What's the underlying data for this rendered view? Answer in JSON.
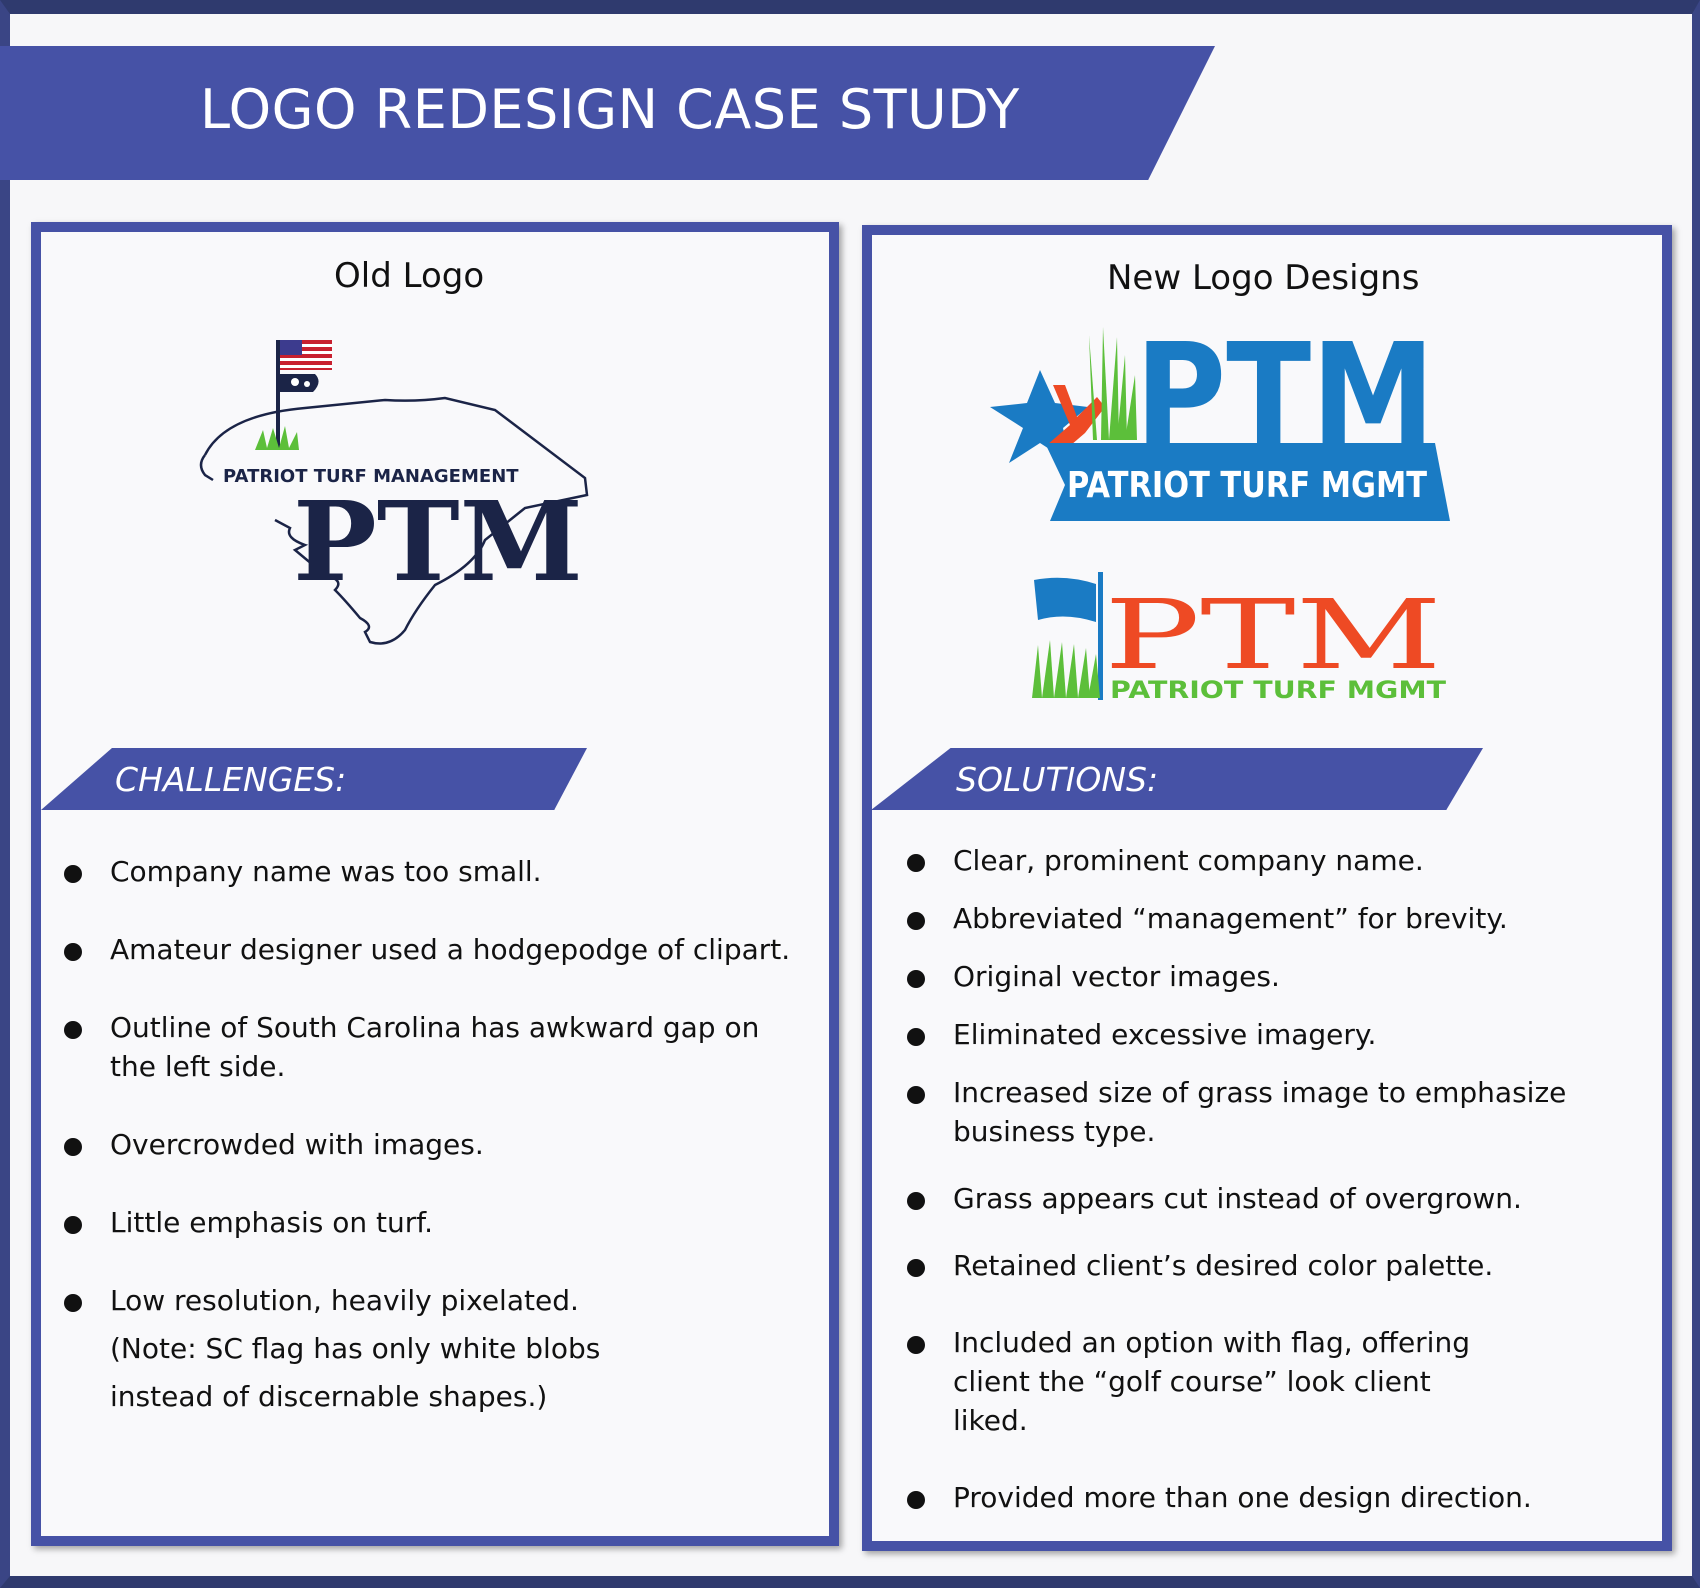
{
  "title": "LOGO REDESIGN CASE STUDY",
  "left_panel": {
    "heading": "Old Logo",
    "old_logo": {
      "top_text": "PATRIOT TURF MANAGEMENT",
      "main_text": "PTM"
    },
    "tag_label": "CHALLENGES:",
    "items": [
      "Company name was too small.",
      "Amateur designer used a hodgepodge of clipart.",
      "Outline of South Carolina has awkward gap on the left side.",
      "Overcrowded with images.",
      "Little emphasis on turf.",
      "Low resolution, heavily pixelated.",
      "(Note: SC flag has only white blobs",
      "instead of discernable shapes.)"
    ]
  },
  "right_panel": {
    "heading": "New Logo Designs",
    "logo_one": {
      "main_text": "PTM",
      "sub_text": "PATRIOT TURF MGMT"
    },
    "logo_two": {
      "main_text": "PTM",
      "sub_text": "PATRIOT TURF MGMT"
    },
    "tag_label": "SOLUTIONS:",
    "items": [
      "Clear, prominent company name.",
      "Abbreviated “management” for brevity.",
      "Original vector images.",
      "Eliminated excessive imagery.",
      "Increased size of grass image to emphasize business type.",
      "Grass appears cut instead of overgrown.",
      "Retained client’s desired color palette.",
      "Included an option with flag, offering client the “golf course” look client liked.",
      "Provided more than one design direction."
    ]
  },
  "colors": {
    "frame": "#2f3a6e",
    "accent": "#4652a6",
    "old_logo_navy": "#1b2447",
    "new_blue": "#1a7bc4",
    "new_orange": "#ee4a24",
    "grass_green": "#5cbf3a"
  }
}
